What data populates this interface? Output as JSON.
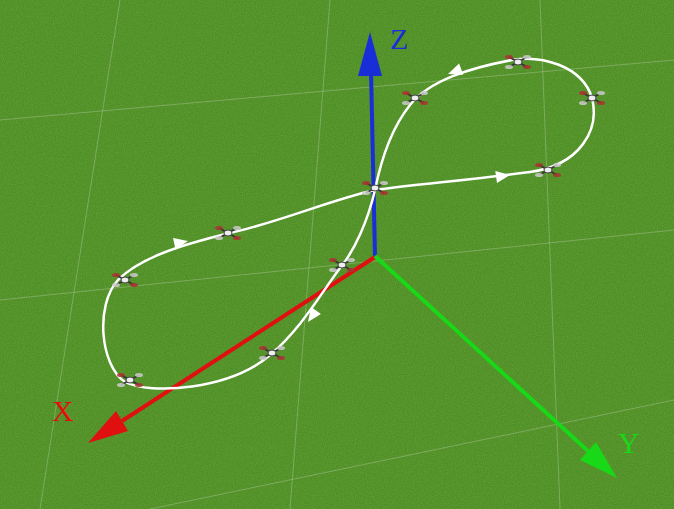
{
  "diagram": {
    "labels": [
      "Z",
      "X",
      "Y"
    ]
  }
}
